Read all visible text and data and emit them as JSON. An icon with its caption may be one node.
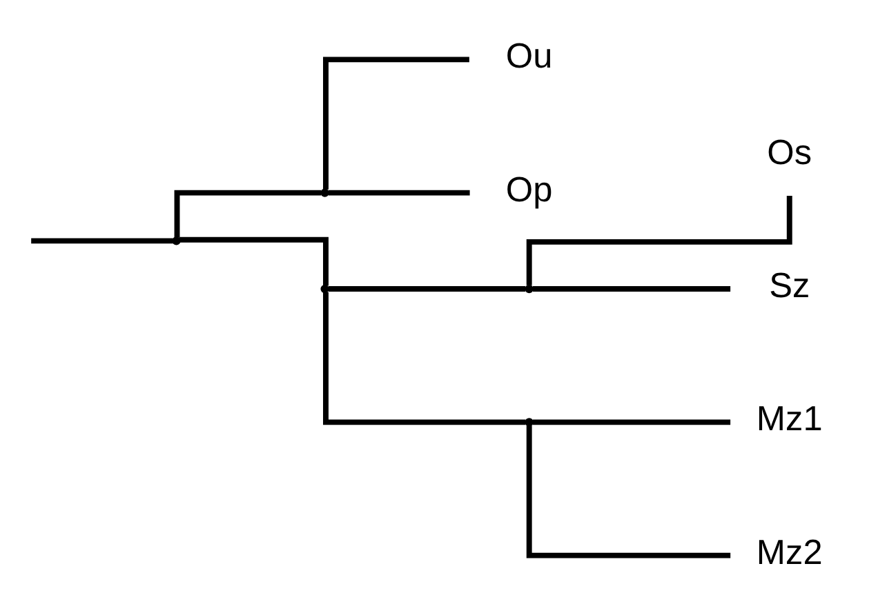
{
  "diagram": {
    "nodes": [
      {
        "text": [],
        "shape": "point"
      },
      {
        "text": [],
        "shape": "point"
      },
      {
        "text": [
          "Ou"
        ]
      },
      {
        "text": [
          "Op"
        ]
      },
      {
        "text": [],
        "shape": "point"
      },
      {
        "text": [],
        "shape": "point"
      },
      {
        "text": [
          "Os"
        ]
      },
      {
        "text": [
          "Sz"
        ]
      },
      {
        "text": [],
        "shape": "point"
      },
      {
        "text": [
          "Mz1"
        ]
      },
      {
        "text": [
          "Mz2"
        ]
      }
    ],
    "edges": [
      {
        "from": null,
        "to": 0,
        "arrow": "none"
      },
      {
        "from": 0,
        "to": 1,
        "arrow": "none"
      },
      {
        "from": 0,
        "to": 4,
        "arrow": "none"
      },
      {
        "from": 1,
        "to": 2,
        "arrow": "none"
      },
      {
        "from": 1,
        "to": 3,
        "arrow": "none"
      },
      {
        "from": 4,
        "to": 5,
        "arrow": "none"
      },
      {
        "from": 4,
        "to": 8,
        "arrow": "none"
      },
      {
        "from": 5,
        "to": 6,
        "arrow": "none"
      },
      {
        "from": 5,
        "to": 7,
        "arrow": "none"
      },
      {
        "from": 8,
        "to": 9,
        "arrow": "none"
      },
      {
        "from": 8,
        "to": 10,
        "arrow": "none"
      }
    ]
  }
}
